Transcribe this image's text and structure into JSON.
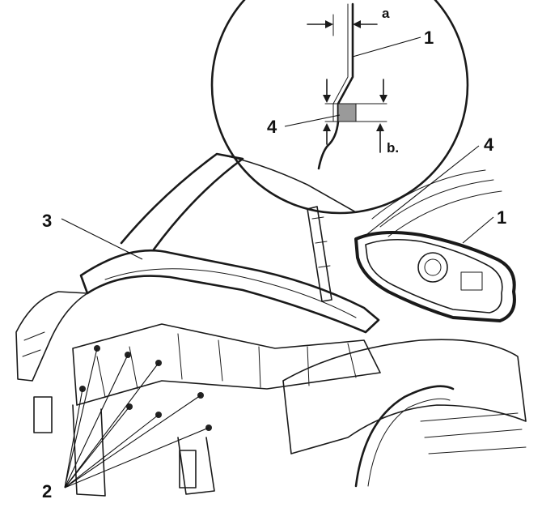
{
  "figure": {
    "callouts": {
      "part_1_detail": "1",
      "part_1_main": "1",
      "part_2": "2",
      "part_3": "3",
      "part_4_detail": "4",
      "part_4_main": "4",
      "dimension_a": "a",
      "dimension_b": "b."
    },
    "colors": {
      "ink": "#1a1a1a",
      "paper": "#ffffff",
      "seal_fill": "#9a9a9a"
    }
  }
}
